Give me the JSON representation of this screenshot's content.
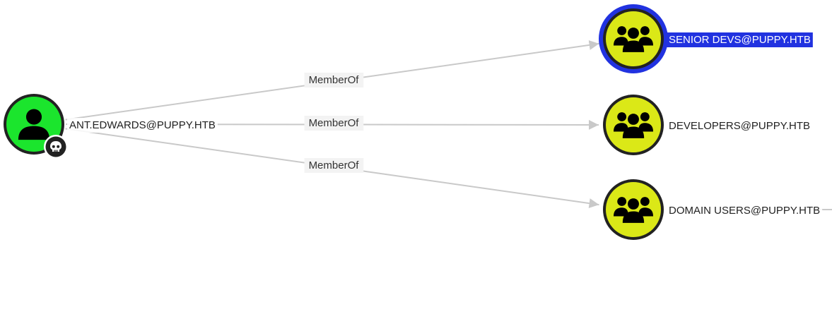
{
  "graph": {
    "nodes": [
      {
        "id": "ant",
        "label": "ANT.EDWARDS@PUPPY.HTB",
        "kind": "user",
        "icon": "user-icon",
        "badge": "skull-icon",
        "color": "#1be52d",
        "selected": false
      },
      {
        "id": "senior",
        "label": "SENIOR DEVS@PUPPY.HTB",
        "kind": "group",
        "icon": "group-icon",
        "color": "#dbe817",
        "selected": true
      },
      {
        "id": "devs",
        "label": "DEVELOPERS@PUPPY.HTB",
        "kind": "group",
        "icon": "group-icon",
        "color": "#dbe817",
        "selected": false
      },
      {
        "id": "domusers",
        "label": "DOMAIN USERS@PUPPY.HTB",
        "kind": "group",
        "icon": "group-icon",
        "color": "#dbe817",
        "selected": false
      }
    ],
    "edges": [
      {
        "from": "ant",
        "to": "senior",
        "label": "MemberOf"
      },
      {
        "from": "ant",
        "to": "devs",
        "label": "MemberOf"
      },
      {
        "from": "ant",
        "to": "domusers",
        "label": "MemberOf"
      }
    ],
    "colors": {
      "selection": "#2132e0",
      "node_border": "#222222",
      "edge": "#c9c9c9",
      "edge_label_bg": "#f3f3f3"
    }
  }
}
